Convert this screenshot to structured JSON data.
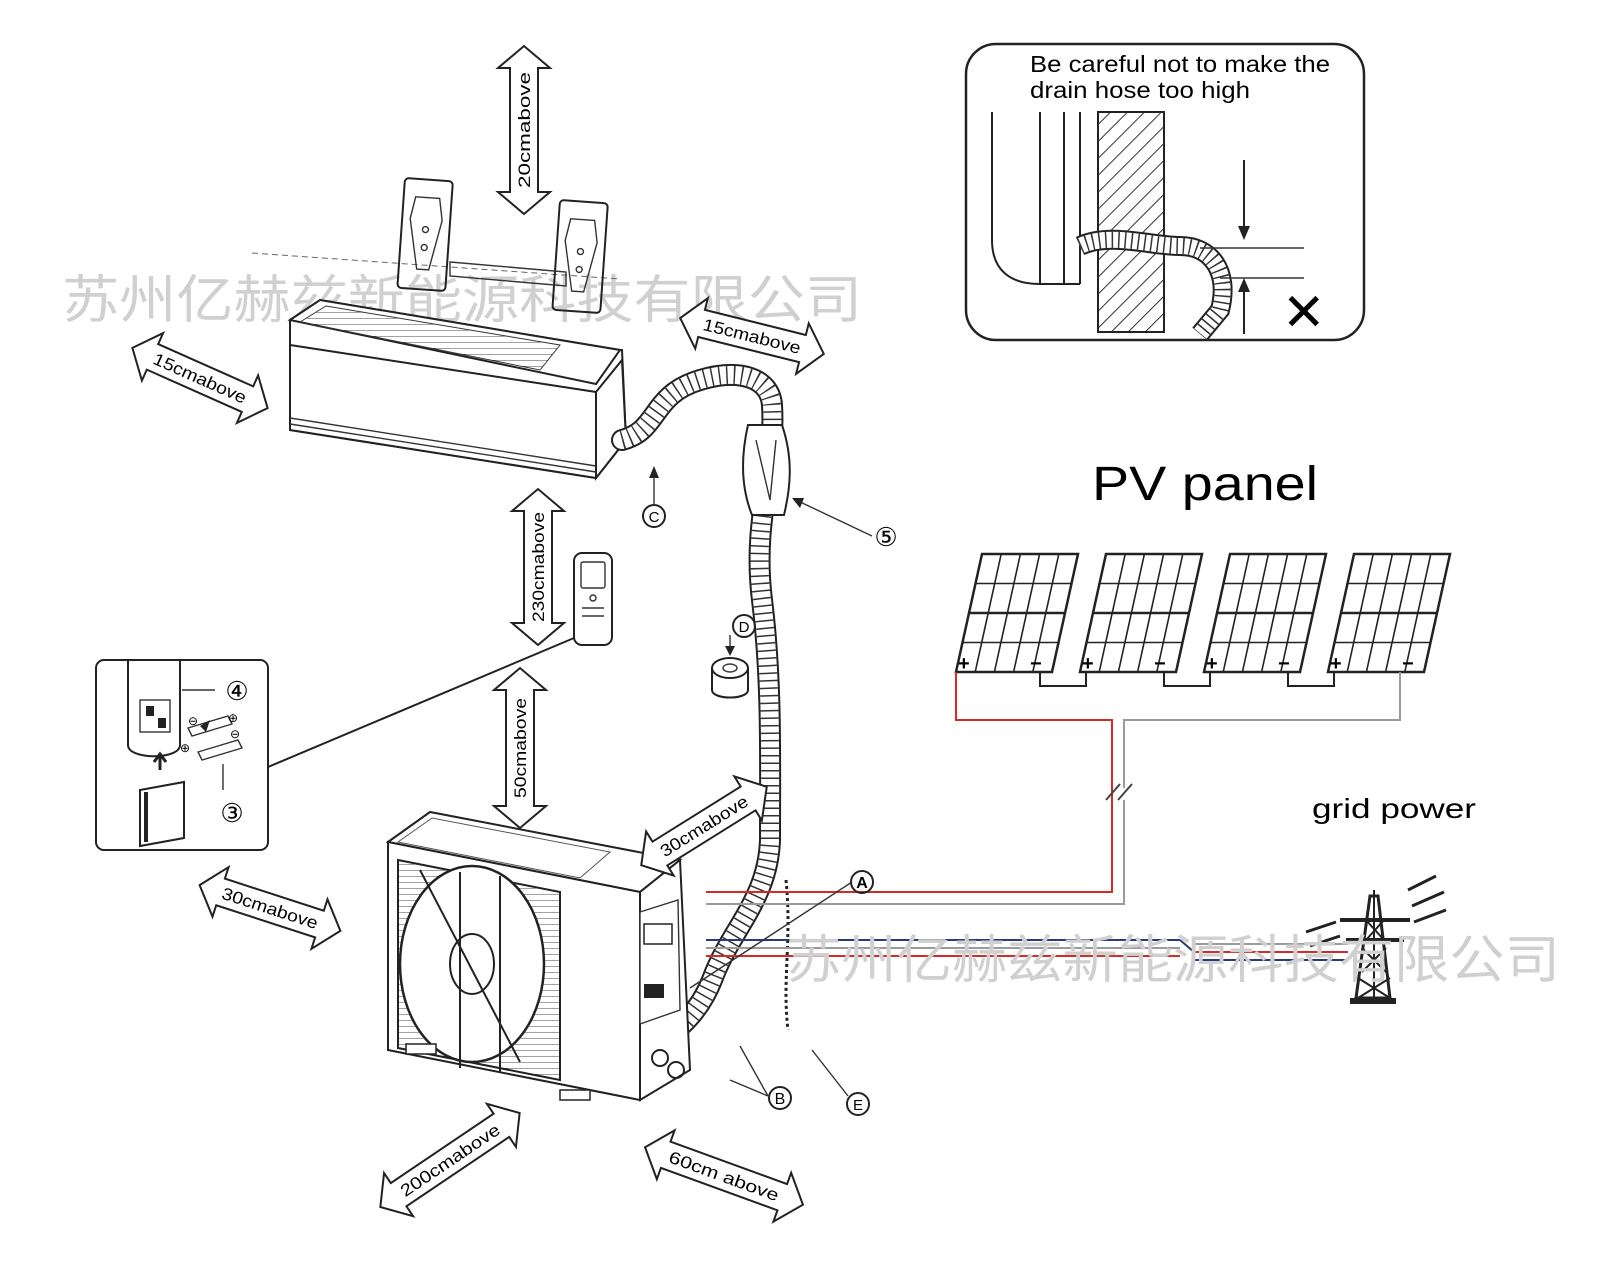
{
  "watermark": {
    "top": "苏州亿赫兹新能源科技有限公司",
    "bottom": "苏州亿赫兹新能源科技有限公司"
  },
  "clearances": {
    "top": "20cmabove",
    "left_indoor": "15cmabove",
    "right_indoor": "15cmabove",
    "indoor_to_floor": "230cmabove",
    "outdoor_top": "50cmabove",
    "outdoor_left": "30cmabove",
    "outdoor_back": "30cmabove",
    "outdoor_front": "200cmabove",
    "outdoor_side": "60cm above"
  },
  "callouts": {
    "a": "A",
    "b": "B",
    "c": "C",
    "d": "D",
    "e": "E",
    "three": "③",
    "four": "④",
    "five": "⑤"
  },
  "drain_note": {
    "line1": "Be careful not to make the",
    "line2": "drain hose too high",
    "mark": "✕"
  },
  "pv": {
    "title": "PV panel",
    "plus": "+",
    "minus": "−",
    "panel_count": 4
  },
  "grid": {
    "label": "grid power"
  },
  "colors": {
    "line": "#222222",
    "positive_wire": "#d42a2a",
    "negative_wire": "#9a9a9a",
    "ac_wire_dark": "#2a3a7a",
    "watermark": "#d0d0d0"
  }
}
